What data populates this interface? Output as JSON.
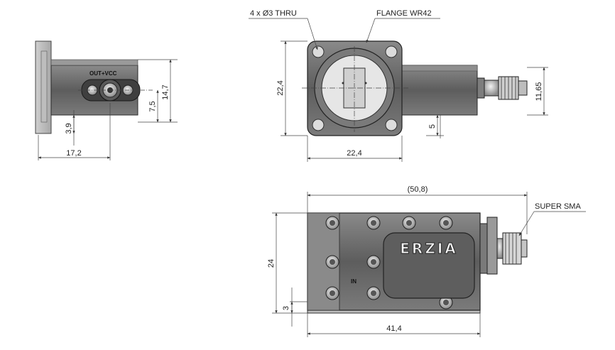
{
  "labels": {
    "holes": "4 x Ø3 THRU",
    "flange": "FLANGE WR42",
    "connector": "SUPER SMA",
    "brand": "ERZIA",
    "port_label": "OUT+VCC",
    "in_label": "IN"
  },
  "dimensions": {
    "side_width": "17,2",
    "side_height": "14,7",
    "side_port": "7,5",
    "side_base": "3,9",
    "front_width": "22,4",
    "front_height": "22,4",
    "front_connector": "11,65",
    "front_offset": "5",
    "top_total": "(50,8)",
    "top_length": "41,4",
    "top_height": "24",
    "top_base": "3"
  }
}
